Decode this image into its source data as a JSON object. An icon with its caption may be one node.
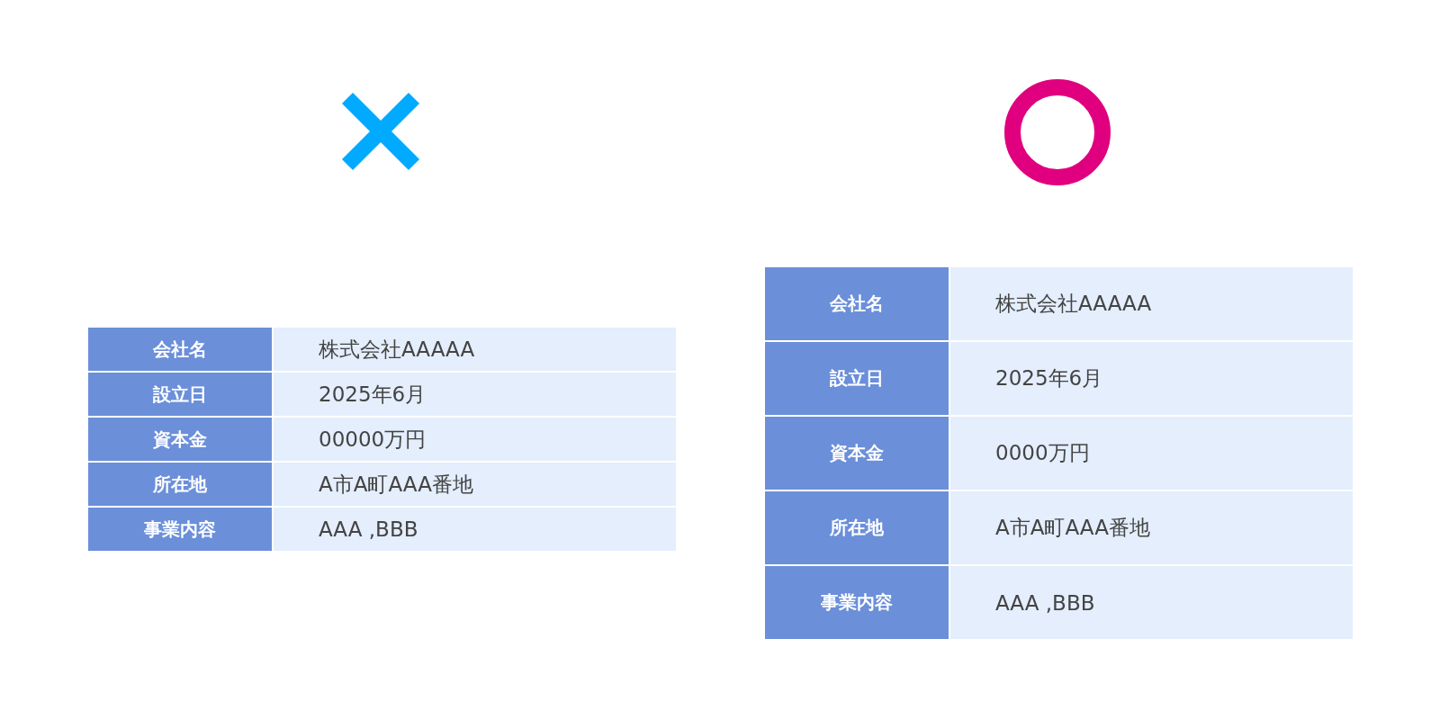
{
  "diagram": {
    "labels": [
      "会社名",
      "株式会社AAAAA",
      "設立日",
      "2025年6月",
      "資本金",
      "00000万円",
      "所在地",
      "A市A町AAA番地",
      "事業内容",
      "AAA ,BBB",
      "会社名",
      "株式会社AAAAA",
      "設立日",
      "2025年6月",
      "資本金",
      "0000万円",
      "所在地",
      "A市A町AAA番地",
      "事業内容",
      "AAA ,BBB"
    ]
  }
}
